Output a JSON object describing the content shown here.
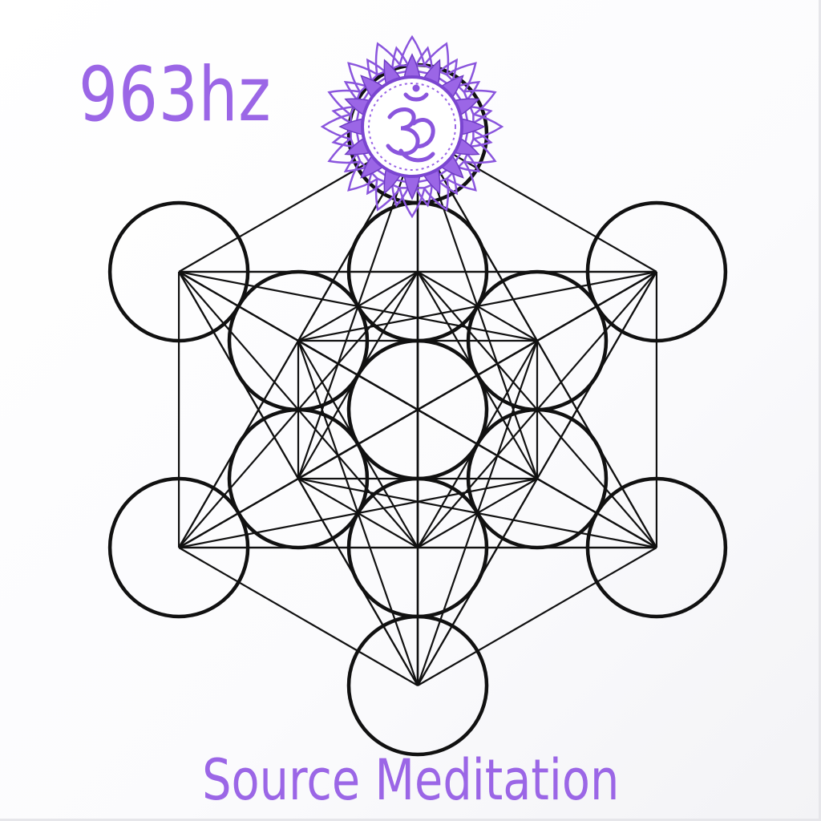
{
  "cover": {
    "frequency": "963hz",
    "title": "Source Meditation",
    "accent_color": "#9b66e6",
    "line_color": "#111111"
  },
  "graphics": {
    "geometry": "metatrons-cube",
    "emblem": "crown-chakra-om-lotus"
  }
}
